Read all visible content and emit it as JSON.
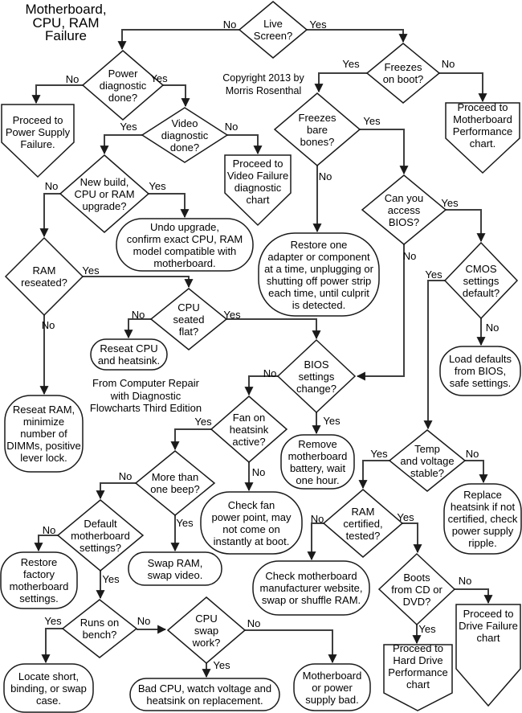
{
  "page": {
    "title": "Motherboard,\nCPU, RAM\nFailure",
    "copyright": "Copyright 2013 by\nMorris Rosenthal",
    "attribution": "From Computer Repair\nwith Diagnostic\nFlowcharts Third Edition"
  },
  "labels": {
    "yes": "Yes",
    "no": "No"
  },
  "colors": {
    "background": "#ffffff",
    "shape_stroke": "#1a1a1a",
    "connector": "#3f3f3f",
    "text": "#000000"
  },
  "nodes": {
    "live_screen": "Live\nScreen?",
    "power_diag": "Power\ndiagnostic\ndone?",
    "video_diag": "Video\ndiagnostic\ndone?",
    "freezes_boot": "Freezes\non boot?",
    "freezes_bare": "Freezes\nbare\nbones?",
    "access_bios": "Can you\naccess\nBIOS?",
    "cmos_default": "CMOS\nsettings\ndefault?",
    "new_build": "New build,\nCPU or RAM\nupgrade?",
    "ram_reseated": "RAM\nreseated?",
    "cpu_seated": "CPU\nseated\nflat?",
    "bios_change": "BIOS\nsettings\nchange?",
    "fan_active": "Fan on\nheatsink\nactive?",
    "more_beep": "More than\none beep?",
    "default_settings": "Default\nmotherboard\nsettings?",
    "runs_bench": "Runs on\nbench?",
    "cpu_swap": "CPU\nswap\nwork?",
    "temp_voltage": "Temp\nand voltage\nstable?",
    "ram_certified": "RAM\ncertified,\ntested?",
    "boots_cd": "Boots\nfrom CD or\nDVD?",
    "undo_upgrade": "Undo upgrade,\nconfirm exact CPU, RAM\nmodel compatible with\nmotherboard.",
    "restore_one": "Restore one\nadapter or component\nat a time, unplugging or\nshutting off power strip\neach time, until culprit\nis detected.",
    "reseat_cpu": "Reseat CPU\nand heatsink.",
    "reseat_ram": "Reseat RAM,\nminimize\nnumber of\nDIMMs, positive\nlever lock.",
    "load_defaults": "Load defaults\nfrom BIOS,\nsafe settings.",
    "remove_battery": "Remove\nmotherboard\nbattery, wait\none hour.",
    "check_fan": "Check fan\npower point, may\nnot come on\ninstantly at boot.",
    "swap_ram_video": "Swap RAM,\nswap video.",
    "restore_factory": "Restore\nfactory\nmotherboard\nsettings.",
    "locate_short": "Locate short,\nbinding, or swap\ncase.",
    "bad_cpu": "Bad CPU, watch voltage and\nheatsink on replacement.",
    "mobo_psu_bad": "Motherboard\nor power\nsupply bad.",
    "check_mobo_site": "Check motherboard\nmanufacturer website,\nswap or shuffle RAM.",
    "replace_heatsink": "Replace\nheatsink if not\ncertified, check\npower supply\nripple.",
    "goto_power": "Proceed to\nPower Supply\nFailure.",
    "goto_video": "Proceed to\nVideo Failure\ndiagnostic\nchart",
    "goto_mobo_perf": "Proceed to\nMotherboard\nPerformance\nchart.",
    "goto_drive_fail": "Proceed to\nDrive Failure\nchart",
    "goto_hdd_perf": "Proceed to\nHard Drive\nPerformance\nchart"
  },
  "edges": [
    {
      "from": "live_screen",
      "label": "No",
      "to": "power_diag"
    },
    {
      "from": "live_screen",
      "label": "Yes",
      "to": "freezes_boot"
    },
    {
      "from": "power_diag",
      "label": "No",
      "to": "goto_power"
    },
    {
      "from": "power_diag",
      "label": "Yes",
      "to": "video_diag"
    },
    {
      "from": "video_diag",
      "label": "Yes",
      "to": "new_build"
    },
    {
      "from": "video_diag",
      "label": "No",
      "to": "goto_video"
    },
    {
      "from": "freezes_boot",
      "label": "Yes",
      "to": "freezes_bare"
    },
    {
      "from": "freezes_boot",
      "label": "No",
      "to": "goto_mobo_perf"
    },
    {
      "from": "freezes_bare",
      "label": "Yes",
      "to": "access_bios"
    },
    {
      "from": "freezes_bare",
      "label": "No",
      "to": "restore_one"
    },
    {
      "from": "access_bios",
      "label": "Yes",
      "to": "cmos_default"
    },
    {
      "from": "access_bios",
      "label": "No",
      "to": "bios_change"
    },
    {
      "from": "cmos_default",
      "label": "No",
      "to": "load_defaults"
    },
    {
      "from": "cmos_default",
      "label": "Yes",
      "to": "temp_voltage"
    },
    {
      "from": "new_build",
      "label": "No",
      "to": "ram_reseated"
    },
    {
      "from": "new_build",
      "label": "Yes",
      "to": "undo_upgrade"
    },
    {
      "from": "ram_reseated",
      "label": "Yes",
      "to": "cpu_seated"
    },
    {
      "from": "ram_reseated",
      "label": "No",
      "to": "reseat_ram"
    },
    {
      "from": "cpu_seated",
      "label": "No",
      "to": "reseat_cpu"
    },
    {
      "from": "cpu_seated",
      "label": "Yes",
      "to": "bios_change"
    },
    {
      "from": "bios_change",
      "label": "Yes",
      "to": "remove_battery"
    },
    {
      "from": "bios_change",
      "label": "No",
      "to": "fan_active"
    },
    {
      "from": "fan_active",
      "label": "Yes",
      "to": "more_beep"
    },
    {
      "from": "fan_active",
      "label": "No",
      "to": "check_fan"
    },
    {
      "from": "more_beep",
      "label": "No",
      "to": "default_settings"
    },
    {
      "from": "more_beep",
      "label": "Yes",
      "to": "swap_ram_video"
    },
    {
      "from": "default_settings",
      "label": "No",
      "to": "restore_factory"
    },
    {
      "from": "default_settings",
      "label": "Yes",
      "to": "runs_bench"
    },
    {
      "from": "runs_bench",
      "label": "Yes",
      "to": "locate_short"
    },
    {
      "from": "runs_bench",
      "label": "No",
      "to": "cpu_swap"
    },
    {
      "from": "cpu_swap",
      "label": "Yes",
      "to": "bad_cpu"
    },
    {
      "from": "cpu_swap",
      "label": "No",
      "to": "mobo_psu_bad"
    },
    {
      "from": "temp_voltage",
      "label": "Yes",
      "to": "ram_certified"
    },
    {
      "from": "temp_voltage",
      "label": "No",
      "to": "replace_heatsink"
    },
    {
      "from": "ram_certified",
      "label": "No",
      "to": "check_mobo_site"
    },
    {
      "from": "ram_certified",
      "label": "Yes",
      "to": "boots_cd"
    },
    {
      "from": "boots_cd",
      "label": "No",
      "to": "goto_drive_fail"
    },
    {
      "from": "boots_cd",
      "label": "Yes",
      "to": "goto_hdd_perf"
    }
  ]
}
